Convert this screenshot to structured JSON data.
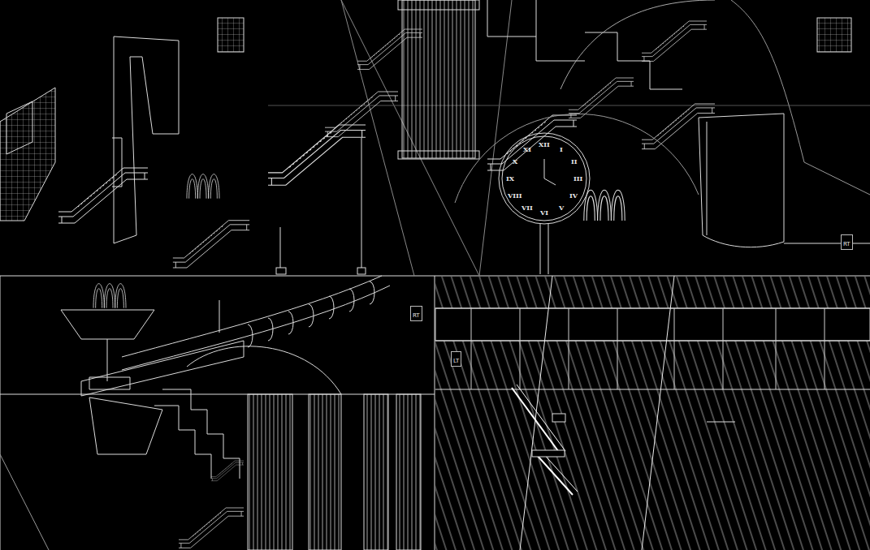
{
  "diagram": {
    "labels": [
      "XII",
      "I",
      "II",
      "III",
      "IV",
      "V",
      "VI",
      "VII",
      "VIII",
      "IX",
      "X",
      "XI",
      "RT",
      "RT",
      "LT"
    ]
  }
}
